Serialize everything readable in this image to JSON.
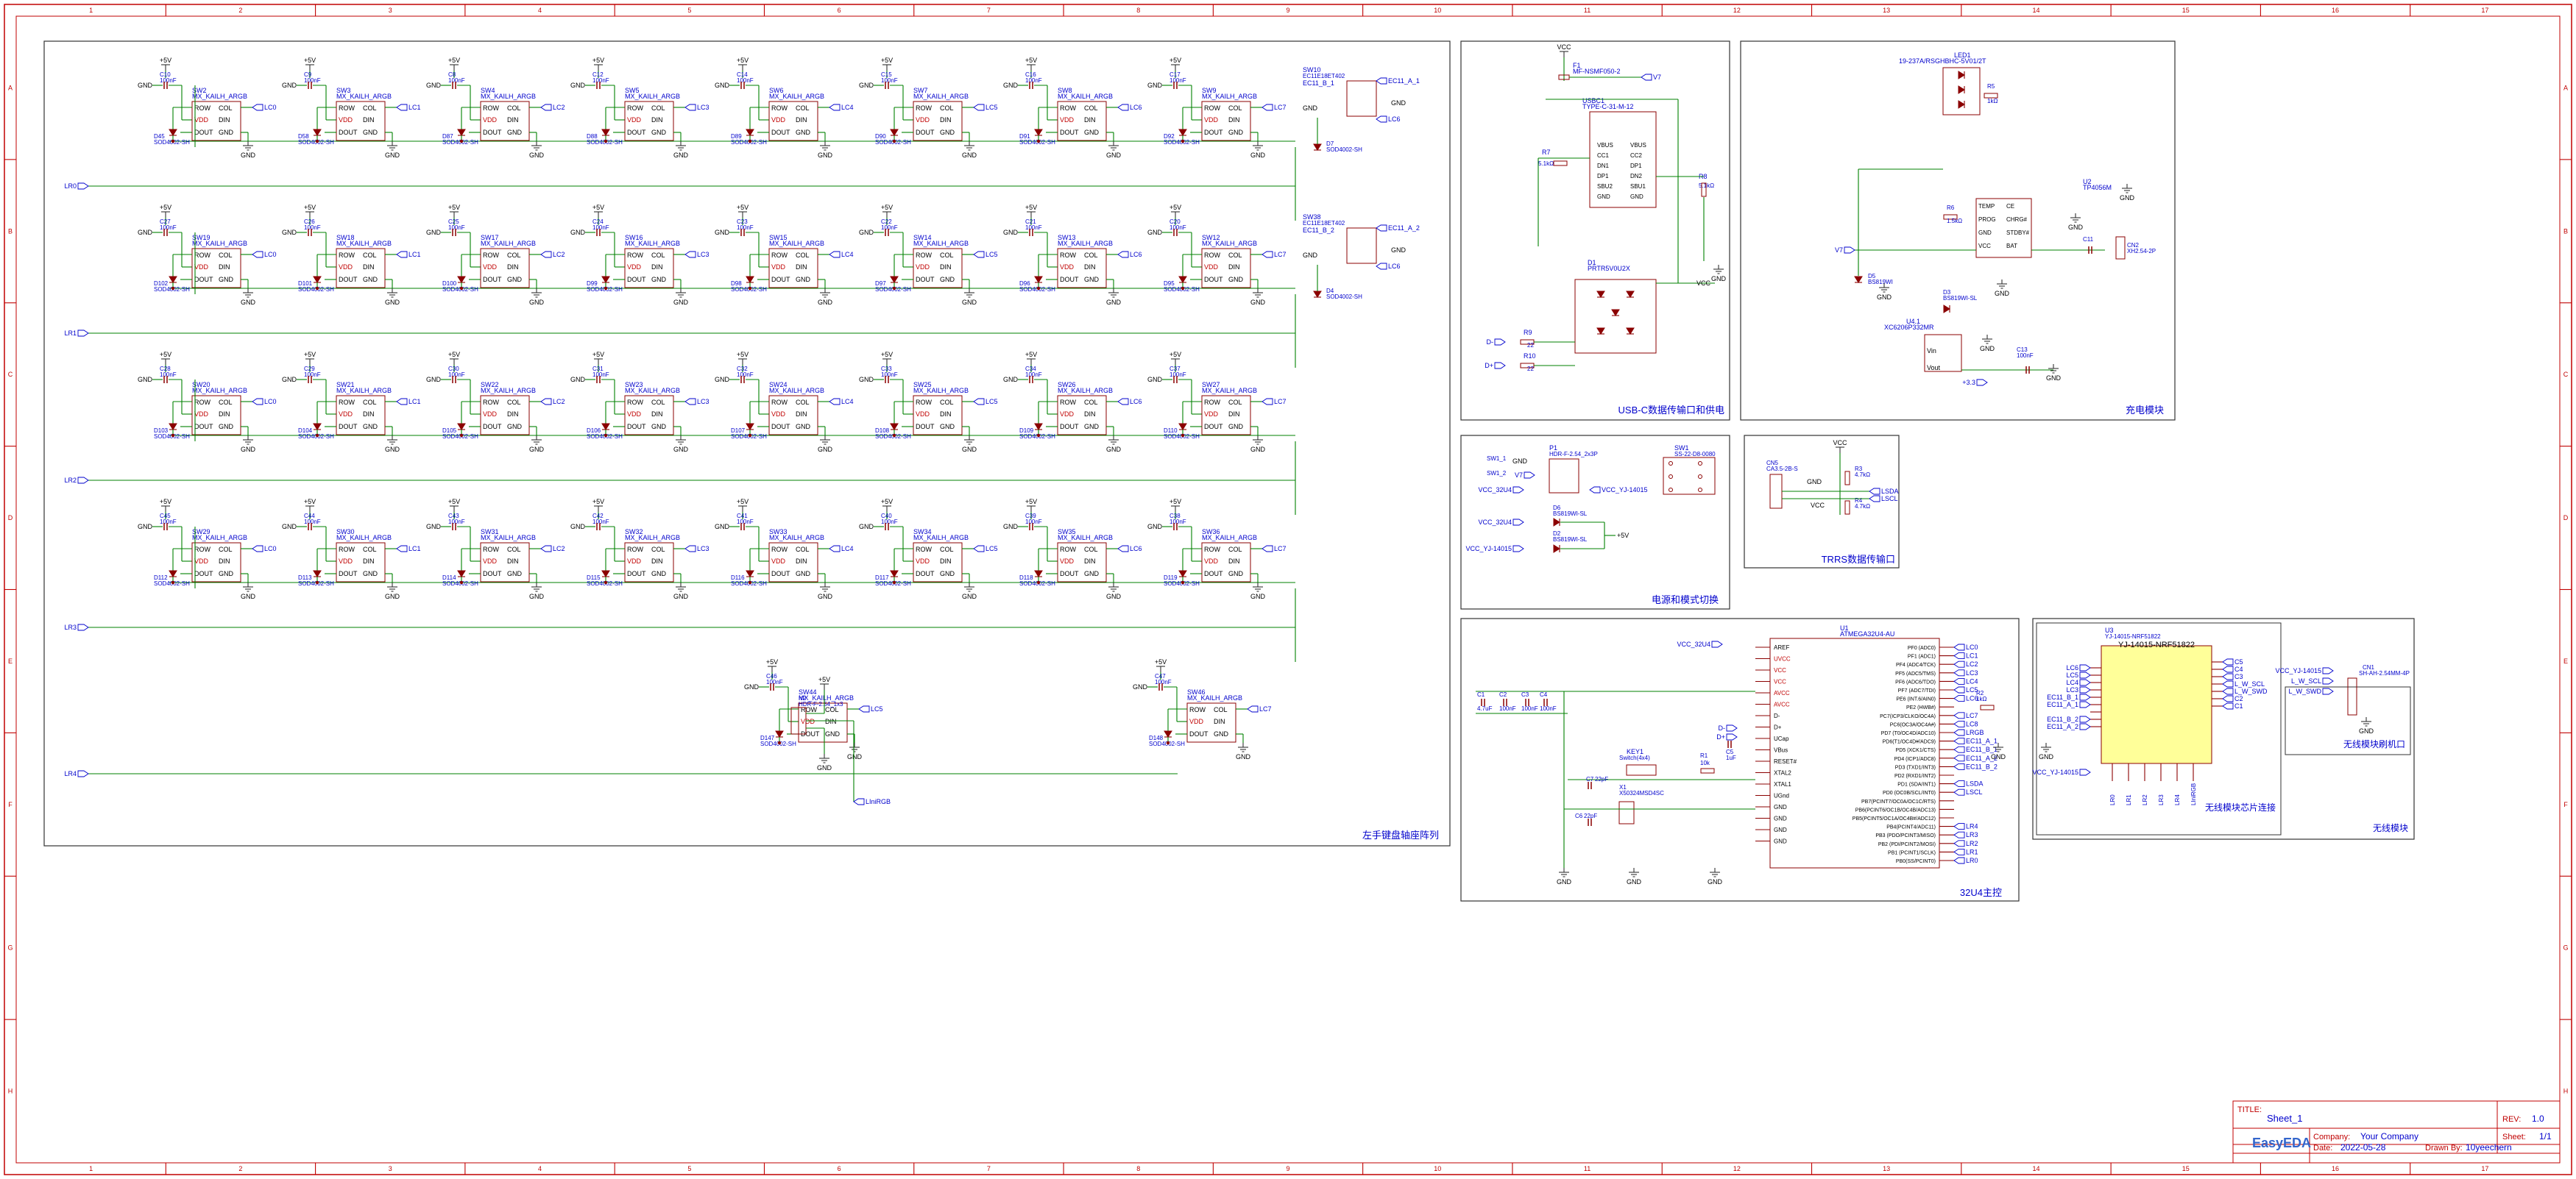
{
  "border": {
    "cols": [
      "1",
      "2",
      "3",
      "4",
      "5",
      "6",
      "7",
      "8",
      "9",
      "10",
      "11",
      "12",
      "13",
      "14",
      "15",
      "16",
      "17"
    ],
    "rows": [
      "A",
      "B",
      "C",
      "D",
      "E",
      "F",
      "G",
      "H"
    ]
  },
  "title_block": {
    "title_label": "TITLE:",
    "title_value": "Sheet_1",
    "rev_label": "REV:",
    "rev_value": "1.0",
    "company_label": "Company:",
    "company_value": "Your Company",
    "sheet_label": "Sheet:",
    "sheet_value": "1/1",
    "date_label": "Date:",
    "date_value": "2022-05-28",
    "drawn_label": "Drawn By:",
    "drawn_value": "10yeechern",
    "logo_text": "EasyEDA"
  },
  "modules": {
    "left_matrix": "左手键盘轴座阵列",
    "usbc": "USB-C数据传输口和供电",
    "charge": "充电模块",
    "power_switch": "电源和模式切换",
    "trrs": "TRRS数据传输口",
    "mcu": "32U4主控",
    "wireless_chip": "无线模块芯片连接",
    "wireless_flash": "无线模块刷机口",
    "wireless": "无线模块"
  },
  "matrix": {
    "rows": [
      {
        "label": "LR0",
        "diode_label": "SOD4002-SH",
        "switches": [
          "SW2",
          "SW3",
          "SW4",
          "SW5",
          "SW6",
          "SW7",
          "SW8",
          "SW9"
        ],
        "caps": [
          "C10",
          "C9",
          "C8",
          "C12",
          "C14",
          "C15",
          "C16",
          "C17"
        ],
        "diodes": [
          "D45",
          "D58",
          "D87",
          "D88",
          "D89",
          "D90",
          "D91",
          "D92"
        ],
        "cols": [
          "LC0",
          "LC1",
          "LC2",
          "LC3",
          "LC4",
          "LC5",
          "LC6",
          "LC7"
        ]
      },
      {
        "label": "LR1",
        "diode_label": "SOD4002-SH",
        "switches": [
          "SW19",
          "SW18",
          "SW17",
          "SW16",
          "SW15",
          "SW14",
          "SW13",
          "SW12"
        ],
        "caps": [
          "C27",
          "C26",
          "C25",
          "C24",
          "C23",
          "C22",
          "C21",
          "C20"
        ],
        "diodes": [
          "D102",
          "D101",
          "D100",
          "D99",
          "D98",
          "D97",
          "D96",
          "D95"
        ],
        "cols": [
          "LC0",
          "LC1",
          "LC2",
          "LC3",
          "LC4",
          "LC5",
          "LC6",
          "LC7"
        ]
      },
      {
        "label": "LR2",
        "diode_label": "SOD4002-SH",
        "switches": [
          "SW20",
          "SW21",
          "SW22",
          "SW23",
          "SW24",
          "SW25",
          "SW26",
          "SW27"
        ],
        "caps": [
          "C28",
          "C29",
          "C30",
          "C31",
          "C32",
          "C33",
          "C34",
          "C37"
        ],
        "diodes": [
          "D103",
          "D104",
          "D105",
          "D106",
          "D107",
          "D108",
          "D109",
          "D110"
        ],
        "cols": [
          "LC0",
          "LC1",
          "LC2",
          "LC3",
          "LC4",
          "LC5",
          "LC6",
          "LC7"
        ]
      },
      {
        "label": "LR3",
        "diode_label": "SOD4002-SH",
        "switches": [
          "SW29",
          "SW30",
          "SW31",
          "SW32",
          "SW33",
          "SW34",
          "SW35",
          "SW36"
        ],
        "caps": [
          "C45",
          "C44",
          "C43",
          "C42",
          "C41",
          "C40",
          "C39",
          "C38"
        ],
        "diodes": [
          "D112",
          "D113",
          "D114",
          "D115",
          "D116",
          "D117",
          "D118",
          "D119"
        ],
        "cols": [
          "LC0",
          "LC1",
          "LC2",
          "LC3",
          "LC4",
          "LC5",
          "LC6",
          "LC7"
        ]
      }
    ],
    "row4": {
      "label": "LR4",
      "switches": [
        "SW44",
        "SW46"
      ],
      "caps": [
        "C46",
        "C47"
      ],
      "diodes": [
        "D147",
        "D148"
      ],
      "cols": [
        "LC5",
        "LC7"
      ]
    },
    "part_name": "MX_KAILH_ARGB",
    "cap_value": "100nF",
    "pins": {
      "row": "ROW",
      "col": "COL",
      "vdd": "VDD",
      "din": "DIN",
      "dout": "DOUT",
      "gnd": "GND"
    },
    "net_gnd": "GND",
    "net_5v": "+5V",
    "encoders": [
      {
        "ref": "SW10",
        "part": "EC11E18ET402",
        "a": "EC11_A_1",
        "b": "EC11_B_1",
        "d": "D7",
        "c": "LC6"
      },
      {
        "ref": "SW38",
        "part": "EC11E18ET402",
        "a": "EC11_A_2",
        "b": "EC11_B_2",
        "d": "D4",
        "c": "LC6"
      }
    ],
    "header": {
      "ref": "H2",
      "part": "HDR-F-2.54_1x3",
      "net": "LIniRGB"
    }
  },
  "usbc": {
    "vcc": "VCC",
    "fuse": "F1",
    "fuse_part": "MF-NSMF050-2",
    "v7": "V7",
    "conn": "USBC1",
    "conn_part": "TYPE-C-31-M-12",
    "r7": "R7",
    "r7v": "5.1kΩ",
    "r8": "R8",
    "r8v": "5.1kΩ",
    "tvs": "D1",
    "tvs_part": "PRTR5V0U2X",
    "r9": "R9",
    "r10": "R10",
    "r22": "22",
    "dminus": "D-",
    "dplus": "D+",
    "gnd": "GND",
    "pins_left": [
      "VBUS",
      "CC1",
      "DN1",
      "DP1",
      "SBU2",
      "GND"
    ],
    "pins_right": [
      "VBUS",
      "CC2",
      "DP1",
      "DN2",
      "SBU1",
      "GND"
    ]
  },
  "charge": {
    "led": "LED1",
    "led_part": "19-237A/RSGHBHC-5V01/2T",
    "r5": "R5",
    "r6": "R6",
    "r_val": "1kΩ",
    "u": "U2",
    "u_part": "TP4056M",
    "pins_l": [
      "TEMP",
      "PROG",
      "GND",
      "VCC"
    ],
    "pins_r": [
      "CE",
      "CHRG#",
      "STDBY#",
      "BAT"
    ],
    "r_prog": "R6",
    "r_prog_v": "1.5kΩ",
    "cn": "CN2",
    "cn_part": "XH2.54-2P",
    "c11": "C11",
    "d3": "D3",
    "d3p": "BS819WI-SL",
    "d5": "D5",
    "d5p": "BS819WI",
    "ldo": "U4.1",
    "ldo_part": "XC6206P332MR",
    "vin": "Vin",
    "vout": "Vout",
    "c13": "C13",
    "c13v": "100nF",
    "v33": "+3.3",
    "v7": "V7",
    "gnd": "GND"
  },
  "power_switch": {
    "p1": "P1",
    "p1_part": "HDR-F-2.54_2x3P",
    "sw1": "SW1",
    "sw1_part": "SS-22-D8-0080",
    "n1": "SW1_1",
    "n2": "SW1_2",
    "v7": "V7",
    "vcc32u4": "VCC_32U4",
    "vccyj": "VCC_YJ-14015",
    "d6": "D6",
    "d6p": "BS819WI-SL",
    "d2": "D2",
    "d2p": "BS819WI-SL",
    "p5v": "+5V",
    "gnd": "GND"
  },
  "trrs": {
    "cn": "CN5",
    "cn_part": "CA3.5-2B-S",
    "vcc": "VCC",
    "r3": "R3",
    "r4": "R4",
    "r_v": "4.7kΩ",
    "sda": "LSDA",
    "scl": "LSCL",
    "gnd": "GND"
  },
  "mcu": {
    "u": "U1",
    "part": "ATMEGA32U4-AU",
    "vcc": "VCC_32U4",
    "left_pins": [
      "AREF",
      "UVCC",
      "VCC",
      "VCC",
      "AVCC",
      "AVCC",
      "D-",
      "D+",
      "UCap",
      "VBus",
      "RESET#",
      "XTAL2",
      "XTAL1",
      "UGnd",
      "GND",
      "GND",
      "GND",
      "GND"
    ],
    "right_pins": [
      "PF0 (ADC0)",
      "PF1 (ADC1)",
      "PF4 (ADC4/TCK)",
      "PF5 (ADC5/TMS)",
      "PF6 (ADC6/TDO)",
      "PF7 (ADC7/TDI)",
      "PE6 (INT.6/AIN0)",
      "PE2 (HWB#)",
      "PC7(ICP3/CLKO/OC4A)",
      "PC6(OC3A/OC4A#)",
      "PD7 (T0/OC4D/ADC10)",
      "PD6(T1/OC4D#/ADC9)",
      "PD5 (XCK1/CTS)",
      "PD4 (ICP1/ADC8)",
      "PD3 (TXD1/INT3)",
      "PD2 (RXD1/INT2)",
      "PD1 (SDA/INT1)",
      "PD0 (OC0B/SCL/INT0)",
      "PB7(PCINT7/OC0A/OC1C/RTS)",
      "PB6(PCINT6/OC1B/OC4B/ADC13)",
      "PB5(PCINT5/OC1A/OC4B#/ADC12)",
      "PB4(PCINT4/ADC11)",
      "PB3 (PDO/PCINT3/MISO)",
      "PB2 (PDI/PCINT2/MOSI)",
      "PB1 (PCINT1/SCLK)",
      "PB0(SS/PCINT0)"
    ],
    "right_nets": [
      "LC0",
      "LC1",
      "LC2",
      "LC3",
      "LC4",
      "LC5",
      "LC6",
      "",
      "LC7",
      "LC8",
      "LRGB",
      "EC11_A_1",
      "EC11_B_1",
      "EC11_A_2",
      "EC11_B_2",
      "",
      "LSDA",
      "LSCL",
      "",
      "",
      "",
      "LR4",
      "LR3",
      "LR2",
      "LR1",
      "LR0"
    ],
    "caps": [
      "C1",
      "C2",
      "C3",
      "C4"
    ],
    "cap_vals": [
      "4.7uF",
      "100nF",
      "100nF",
      "100nF"
    ],
    "key": "KEY1",
    "key_part": "Switch(4x4)",
    "xtal": "X1",
    "xtal_part": "X50324MSD4SC",
    "c7": "C7",
    "c6": "C6",
    "c_xtal": "22pF",
    "c5": "C5",
    "c5v": "1uF",
    "r1": "R1",
    "r1v": "10k",
    "r2": "R2",
    "r2v": "1kΩ",
    "gnd": "GND",
    "dm": "D-",
    "dp": "D+"
  },
  "wireless": {
    "u": "U3",
    "u_part": "YJ-14015-NRF51822",
    "title": "YJ-14015-NRF51822",
    "left_nets": [
      "LC6",
      "LC5",
      "LC4",
      "LC3",
      "EC11_B_1",
      "EC11_A_1",
      "",
      "EC11_B_2",
      "EC11_A_2"
    ],
    "right_nets": [
      "C5",
      "C4",
      "C3",
      "L_W_SCL",
      "L_W_SWD",
      "C2",
      "C1"
    ],
    "bottom_nets": [
      "LR0",
      "LR1",
      "LR2",
      "LR3",
      "LR4",
      "LIniRGB"
    ],
    "vcc": "VCC_YJ-14015",
    "gnd": "GND",
    "flash_cn": "CN1",
    "flash_part": "SH-AH-2.54MM-4P",
    "flash_nets": [
      "VCC_YJ-14015",
      "L_W_SCL",
      "L_W_SWD"
    ]
  }
}
